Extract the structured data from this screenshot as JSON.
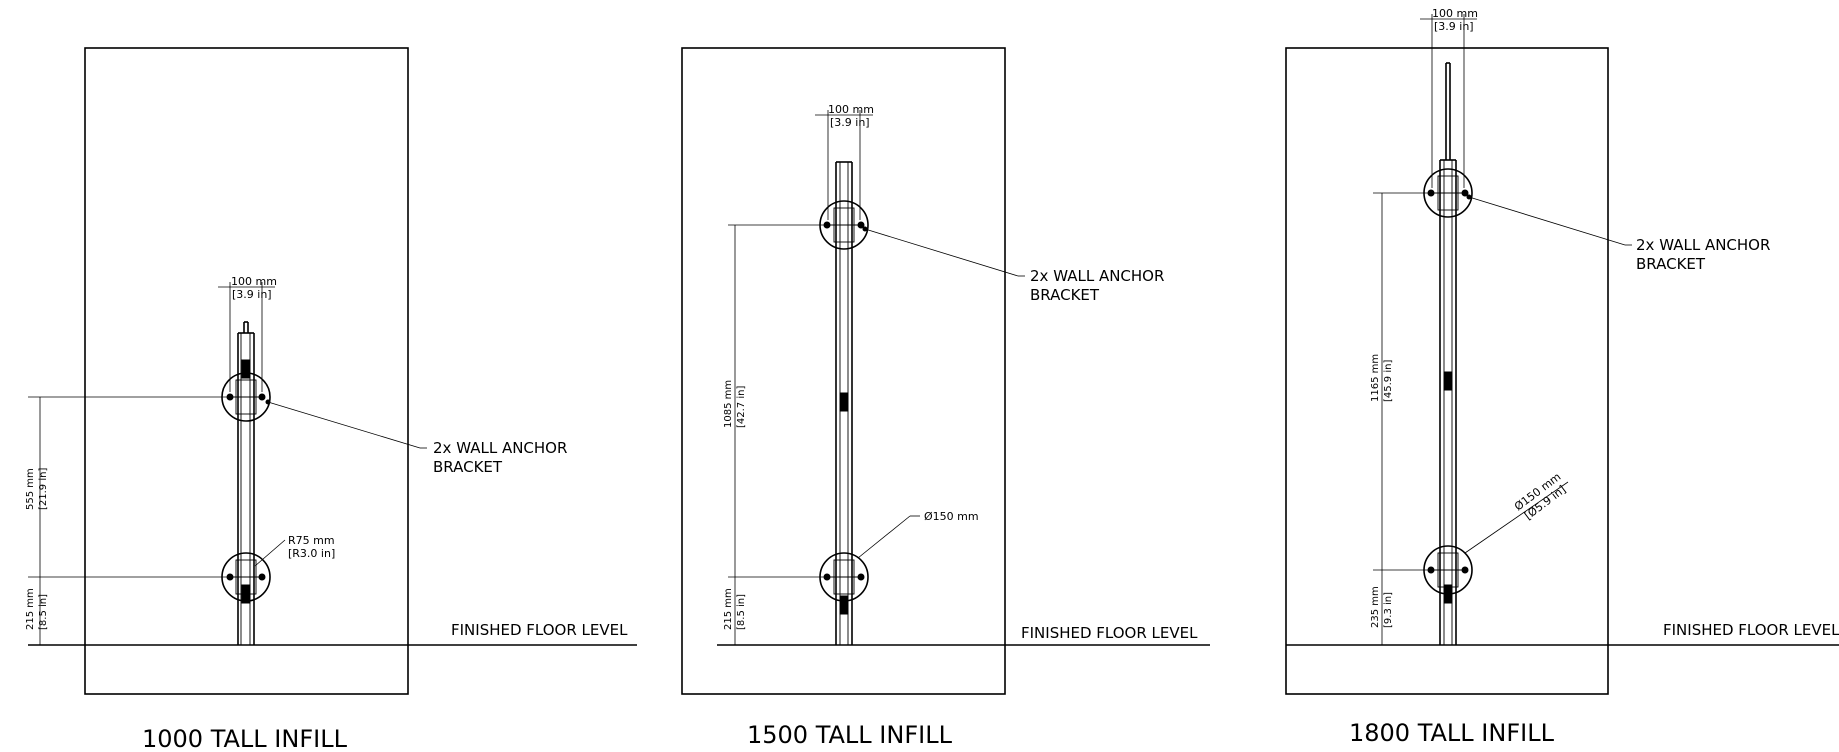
{
  "panels": [
    {
      "title": "1000 TALL INFILL",
      "width_mm": "100 mm",
      "width_in": "[3.9 in]",
      "upper_dim_mm": "555 mm",
      "upper_dim_in": "[21.9 in]",
      "lower_dim_mm": "215 mm",
      "lower_dim_in": "[8.5 in]",
      "bracket_label_1": "2x WALL ANCHOR",
      "bracket_label_2": "BRACKET",
      "radius_mm": "R75 mm",
      "radius_in": "[R3.0 in]",
      "floor_label": "FINISHED FLOOR LEVEL"
    },
    {
      "title": "1500 TALL INFILL",
      "width_mm": "100 mm",
      "width_in": "[3.9 in]",
      "upper_dim_mm": "1085 mm",
      "upper_dim_in": "[42.7 in]",
      "lower_dim_mm": "215 mm",
      "lower_dim_in": "[8.5 in]",
      "bracket_label_1": "2x WALL ANCHOR",
      "bracket_label_2": "BRACKET",
      "diameter_mm": "Ø150 mm",
      "floor_label": "FINISHED FLOOR LEVEL"
    },
    {
      "title": "1800 TALL INFILL",
      "width_mm": "100 mm",
      "width_in": "[3.9 in]",
      "upper_dim_mm": "1165 mm",
      "upper_dim_in": "[45.9 in]",
      "lower_dim_mm": "235 mm",
      "lower_dim_in": "[9.3 in]",
      "bracket_label_1": "2x WALL ANCHOR",
      "bracket_label_2": "BRACKET",
      "diameter_mm": "Ø150 mm",
      "diameter_in": "[Ø5.9 in]",
      "floor_label": "FINISHED FLOOR LEVEL"
    }
  ]
}
